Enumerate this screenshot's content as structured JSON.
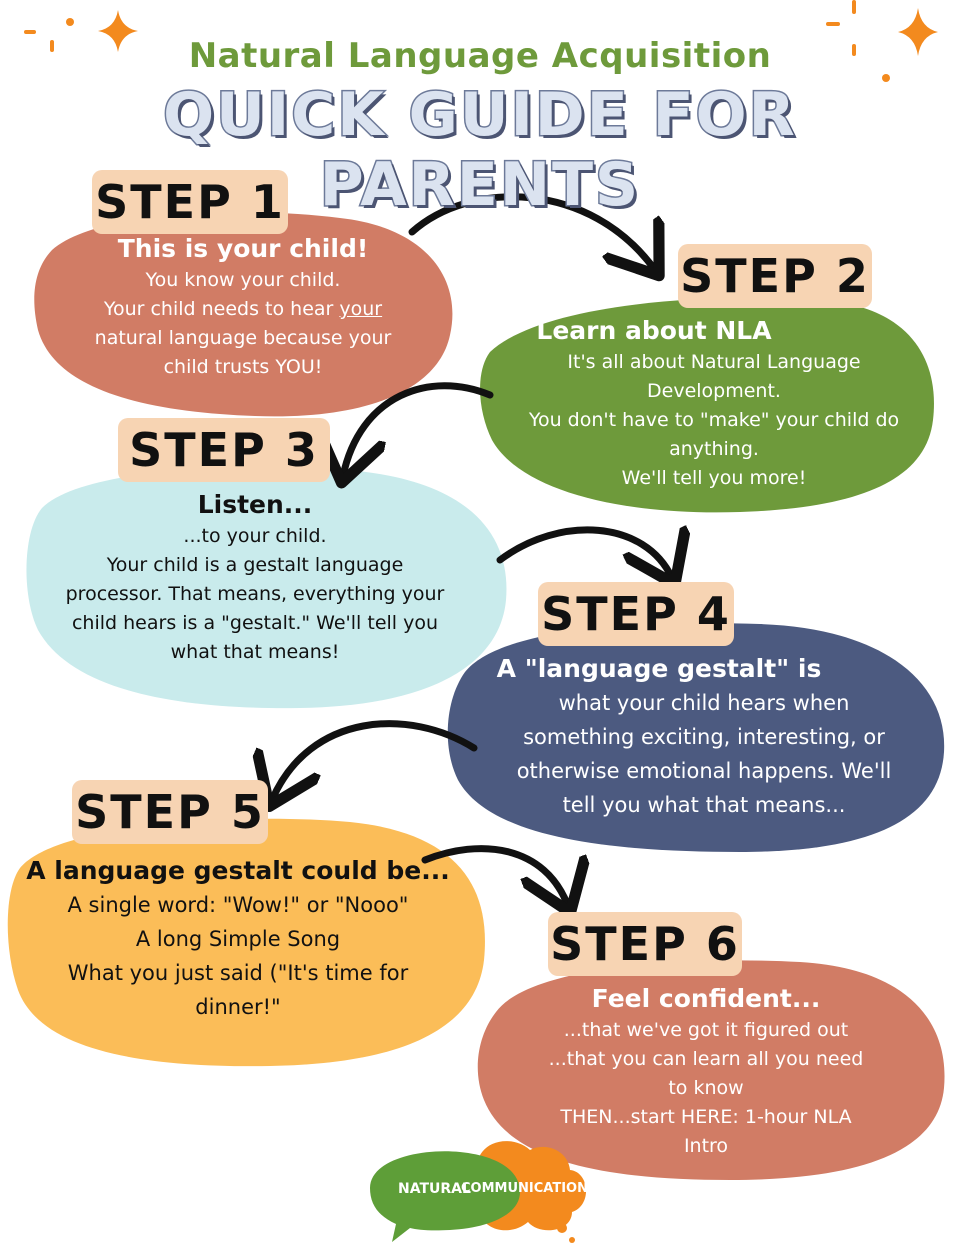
{
  "header": {
    "subtitle": "Natural Language Acquisition",
    "title": "QUICK GUIDE FOR PARENTS"
  },
  "steps": [
    {
      "label": "STEP 1",
      "heading": "This is your child!",
      "lines": [
        "You know your child.",
        "Your child needs to hear ",
        "your",
        "natural language because your",
        "child trusts YOU!"
      ]
    },
    {
      "label": "STEP 2",
      "heading": "Learn about NLA",
      "lines": [
        "It's all about Natural Language",
        "Development.",
        "You don't have to \"make\" your child do",
        "anything.",
        "We'll tell you more!"
      ]
    },
    {
      "label": "STEP 3",
      "heading": "Listen...",
      "lines": [
        "...to your child.",
        "Your child is a gestalt language",
        "processor. That means, everything your",
        "child hears is a \"gestalt.\" We'll tell you",
        "what that means!"
      ]
    },
    {
      "label": "STEP 4",
      "heading": "A \"language gestalt\" is",
      "lines": [
        "what your child hears when",
        "something exciting, interesting, or",
        "otherwise emotional happens. We'll",
        "tell you what that means..."
      ]
    },
    {
      "label": "STEP 5",
      "heading": "A language gestalt could be...",
      "lines": [
        "A single word: \"Wow!\" or \"Nooo\"",
        "A long Simple Song",
        "What you just said (\"It's time for",
        "dinner!\""
      ]
    },
    {
      "label": "STEP 6",
      "heading": "Feel confident...",
      "lines": [
        "...that we've got it figured out",
        "...that you can learn all you need",
        "to know",
        "THEN...start HERE: 1-hour NLA",
        "Intro"
      ]
    }
  ],
  "logo": {
    "left": "NATURAL",
    "right": "COMMUNICATION"
  },
  "colors": {
    "step1": "#d17c65",
    "step2": "#6e9a3b",
    "step3": "#c9ebec",
    "step4": "#4c5a80",
    "step5": "#fbbd58",
    "step6": "#d17c65",
    "label_bg": "#f7d4b3",
    "sparkle": "#f38a1e",
    "logo_green": "#5e9e38",
    "logo_orange": "#f38a1e"
  }
}
